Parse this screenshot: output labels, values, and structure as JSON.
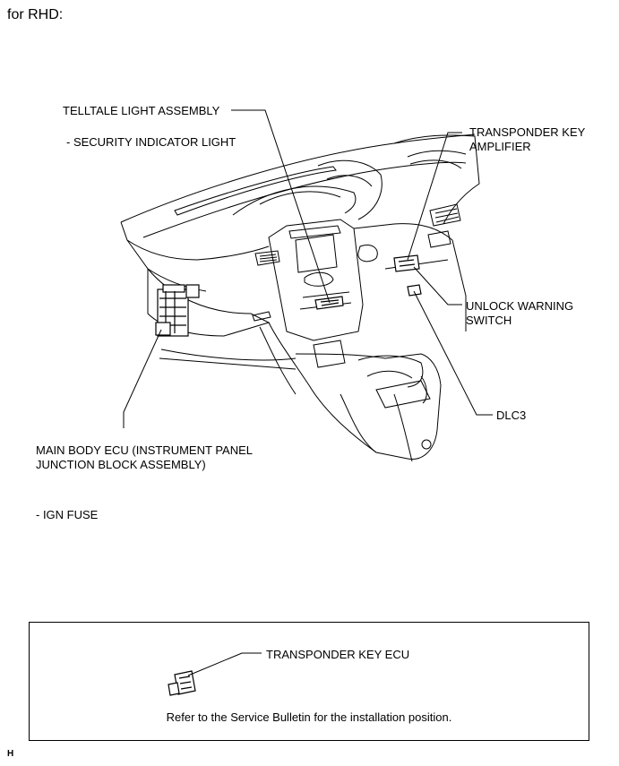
{
  "header": {
    "title": "for RHD:"
  },
  "callouts": {
    "telltale": "TELLTALE LIGHT ASSEMBLY",
    "security_indicator": "- SECURITY INDICATOR LIGHT",
    "transponder_amp_line1": "TRANSPONDER KEY",
    "transponder_amp_line2": "AMPLIFIER",
    "unlock_line1": "UNLOCK WARNING",
    "unlock_line2": "SWITCH",
    "dlc3": "DLC3",
    "main_body_line1": "MAIN BODY ECU (INSTRUMENT PANEL",
    "main_body_line2": "JUNCTION BLOCK ASSEMBLY)",
    "ign_fuse": "- IGN FUSE"
  },
  "note": {
    "ecu_label": "TRANSPONDER KEY ECU",
    "text": "Refer to the Service Bulletin for the installation position."
  },
  "footer": {
    "code": "H"
  }
}
